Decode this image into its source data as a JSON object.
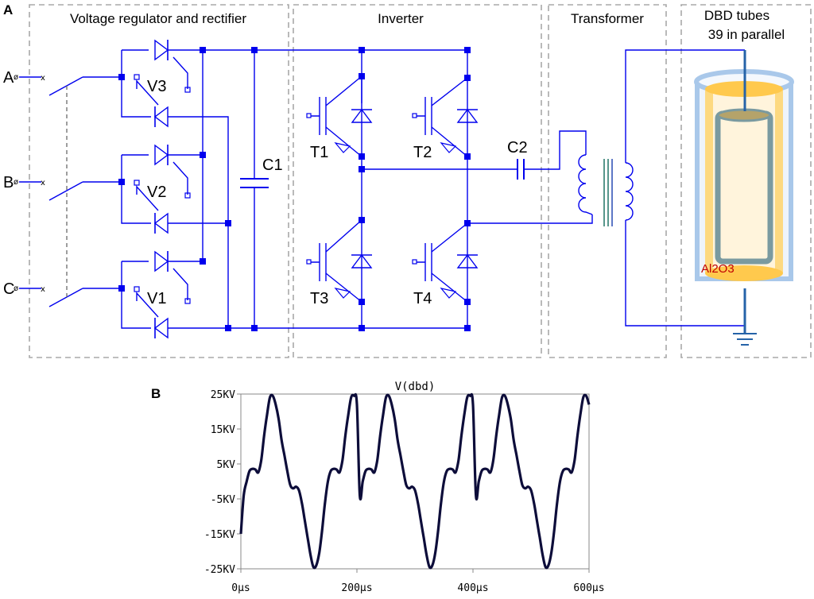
{
  "panels": {
    "a": "A",
    "b": "B"
  },
  "sections": {
    "rectifier": "Voltage regulator and rectifier",
    "inverter": "Inverter",
    "transformer": "Transformer",
    "dbd_line1": "DBD tubes",
    "dbd_line2": "39 in parallel"
  },
  "phases": [
    "A",
    "B",
    "C"
  ],
  "phase_marks": {
    "phi": "ø",
    "x": "x"
  },
  "components": {
    "v3": "V3",
    "v2": "V2",
    "v1": "V1",
    "c1": "C1",
    "c2": "C2",
    "t1": "T1",
    "t2": "T2",
    "t3": "T3",
    "t4": "T4"
  },
  "dielectric_label": "Al2O3",
  "colors": {
    "wire": "#0000ee",
    "box": "#a8a8a8",
    "tube_outer": "#a9c8ea",
    "dielectric": "#ffcc55",
    "electrode": "#7a9aa0",
    "waveform": "#0d0d3a",
    "label_red": "#c00000"
  },
  "chart_data": {
    "type": "line",
    "title": "V(dbd)",
    "xlabel": "",
    "ylabel": "",
    "xlim": [
      0,
      600
    ],
    "ylim": [
      -25,
      25
    ],
    "xticks": [
      0,
      200,
      400,
      600
    ],
    "xtick_labels": [
      "0µs",
      "200µs",
      "400µs",
      "600µs"
    ],
    "yticks": [
      25,
      15,
      5,
      -5,
      -15,
      -25
    ],
    "ytick_labels": [
      "25KV",
      "15KV",
      "5KV",
      "-5KV",
      "-15KV",
      "-25KV"
    ],
    "grid": false,
    "series": [
      {
        "x": [
          0,
          5,
          10,
          15,
          20,
          25,
          30,
          35,
          40,
          45,
          50,
          55,
          60,
          65,
          70,
          75,
          80,
          85,
          90,
          95,
          100,
          105,
          110,
          115,
          120,
          125,
          130,
          135,
          140,
          145,
          150,
          155,
          160,
          165,
          170,
          175,
          180,
          185,
          190,
          195,
          200
        ],
        "y": [
          -15,
          -4,
          0,
          3,
          3.6,
          3.4,
          2.6,
          6,
          13,
          19,
          24,
          24.5,
          22,
          18,
          12,
          7.5,
          3,
          -1,
          -2,
          -1.5,
          -2.5,
          -6,
          -11,
          -16,
          -21,
          -24.5,
          -24,
          -20.5,
          -14,
          -6,
          0,
          3,
          3.6,
          3.4,
          2.6,
          6,
          13,
          19,
          24,
          24.5,
          22
        ]
      }
    ]
  }
}
